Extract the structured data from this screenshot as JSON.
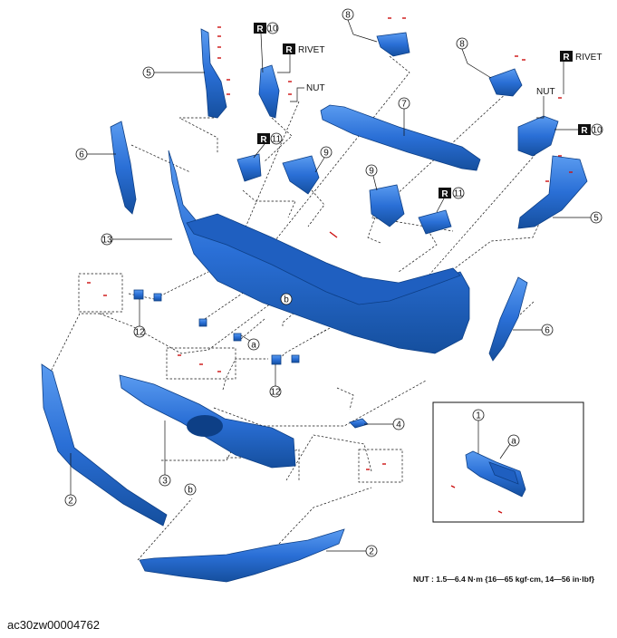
{
  "callouts": [
    "1",
    "2",
    "2",
    "3",
    "4",
    "5",
    "5",
    "6",
    "6",
    "7",
    "8",
    "8",
    "9",
    "9",
    "11",
    "11",
    "12",
    "12",
    "13",
    "10",
    "10",
    "a",
    "a",
    "b",
    "b"
  ],
  "labels": {
    "rivet": "RIVET",
    "nut": "NUT",
    "r_mark": "R"
  },
  "torque_note": "NUT : 1.5—6.4 N·m {16—65 kgf·cm, 14—56 in·lbf}",
  "figure_code": "ac30zw00004762",
  "colors": {
    "part_blue": "#2a6fd6",
    "bolt_red": "#cc1111",
    "outline": "#111111"
  }
}
